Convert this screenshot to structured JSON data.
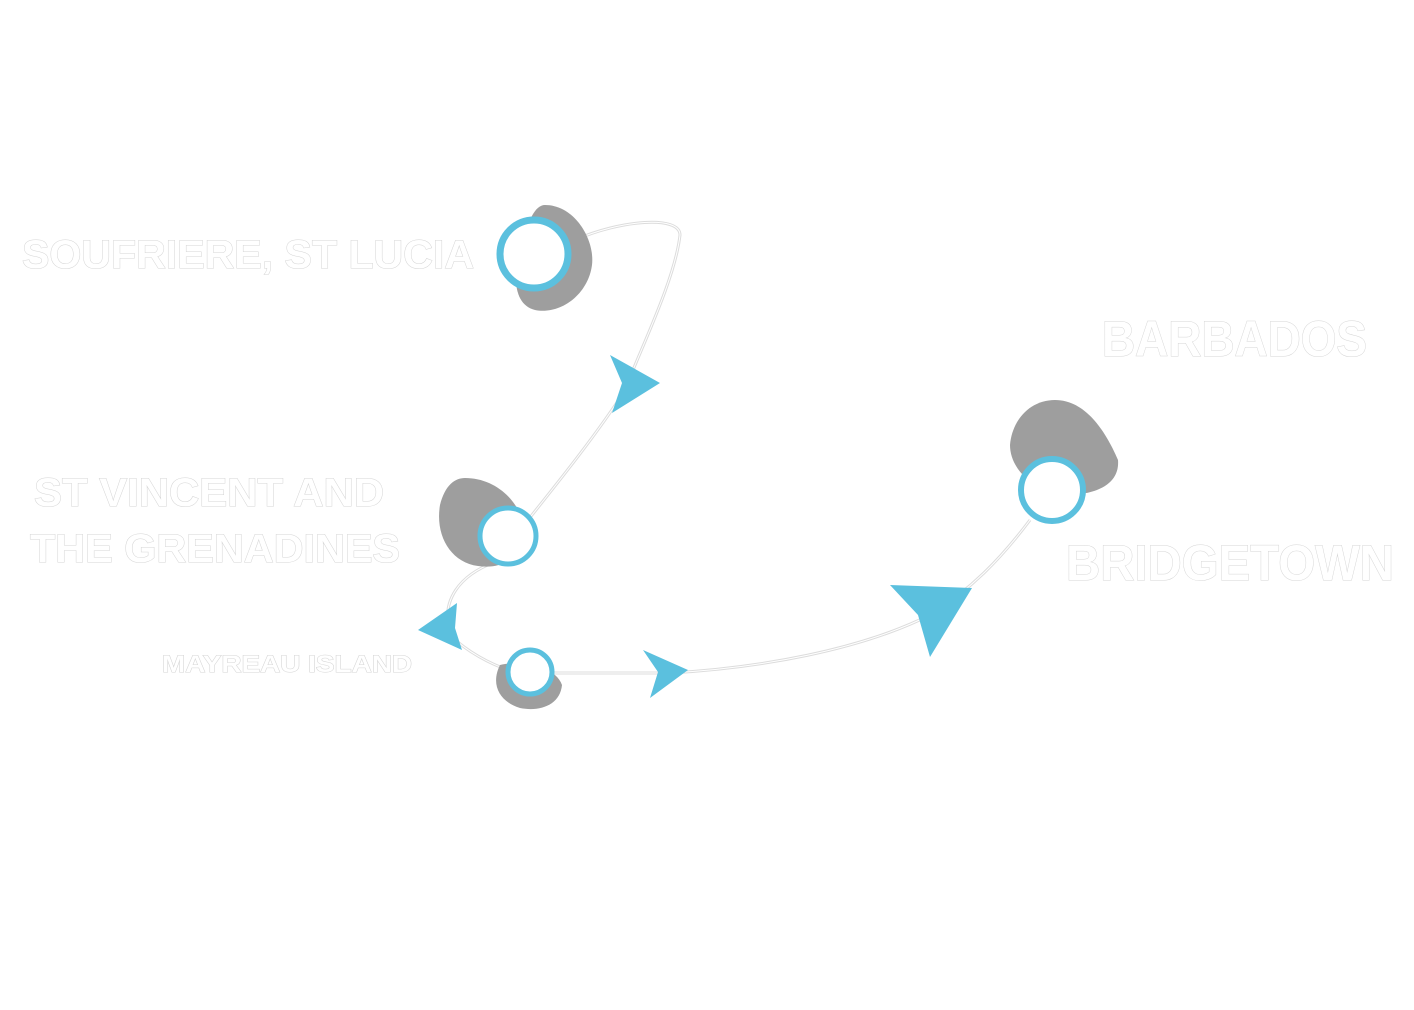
{
  "colors": {
    "accent": "#5bc0de",
    "island": "#9e9e9e",
    "route": "#e6e6e6",
    "label": "#ffffff"
  },
  "places": [
    {
      "id": "soufriere",
      "label": "SOUFRIERE, ST LUCIA"
    },
    {
      "id": "st-vincent",
      "label_line1": "ST VINCENT AND",
      "label_line2": "THE GRENADINES"
    },
    {
      "id": "mayreau",
      "label": "MAYREAU ISLAND"
    },
    {
      "id": "barbados",
      "label": "BARBADOS"
    },
    {
      "id": "bridgetown",
      "label": "BRIDGETOWN"
    }
  ]
}
